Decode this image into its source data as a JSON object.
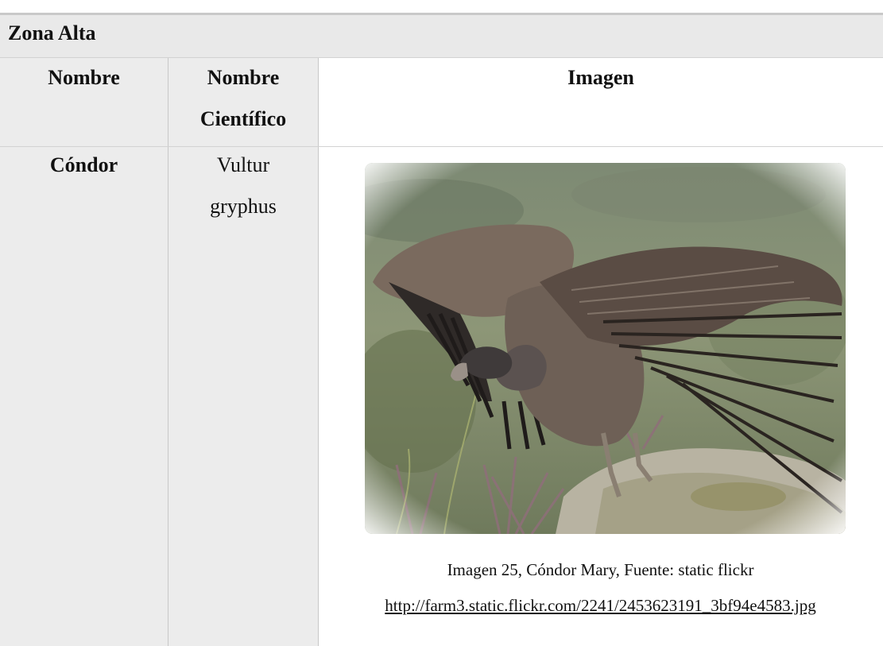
{
  "zone": {
    "title": "Zona Alta"
  },
  "headers": {
    "name": "Nombre",
    "scientific_line1": "Nombre",
    "scientific_line2": "Científico",
    "image": "Imagen"
  },
  "row": {
    "name": "Cóndor",
    "scientific_line1": "Vultur",
    "scientific_line2": "gryphus",
    "image_alt": "Andean condor with wings spread standing on a rock"
  },
  "caption": {
    "text": "Imagen 25, Cóndor Mary, Fuente: static flickr",
    "url": "http://farm3.static.flickr.com/2241/2453623191_3bf94e4583.jpg"
  },
  "colors": {
    "cell_bg": "#ececec",
    "header_bg": "#e9e9e9",
    "rule": "#c9c9c9"
  }
}
